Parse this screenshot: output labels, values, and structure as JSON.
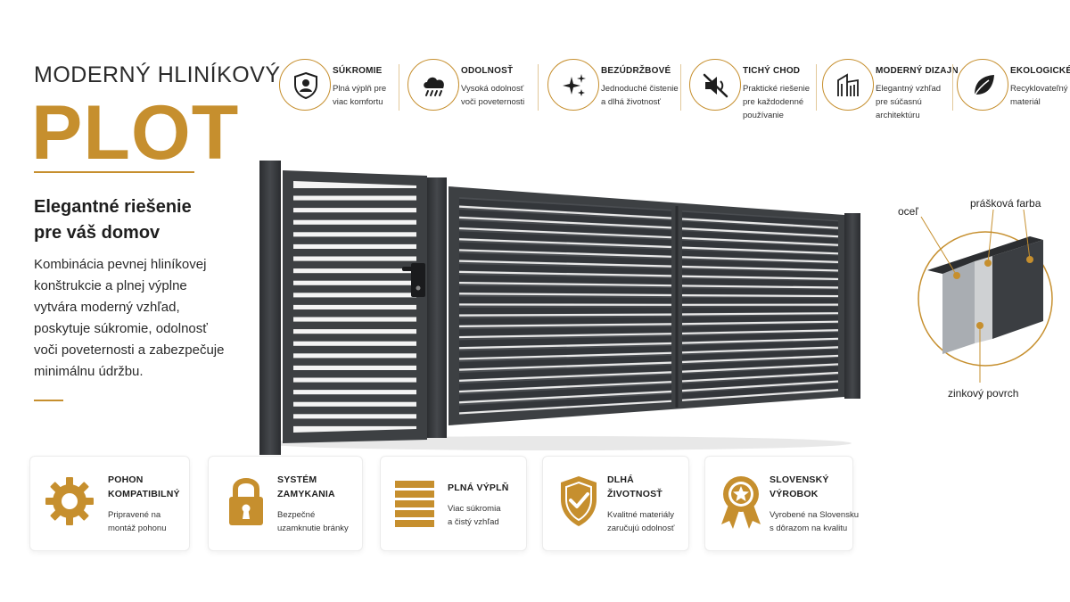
{
  "hero": {
    "subtitle": "MODERNÝ HLINÍKOVÝ",
    "title": "PLOT",
    "heading_lines": [
      "Elegantné riešenie",
      "pre váš domov"
    ],
    "body_lines": [
      "Kombinácia pevnej hliníkovej",
      "konštrukcie a plnej výplne",
      "vytvára moderný vzhľad,",
      "poskytuje súkromie, odolnosť",
      "voči poveternosti a zabezpečuje",
      "minimálnu údržbu."
    ]
  },
  "features": [
    {
      "icon": "shield-user-icon",
      "title": "SÚKROMIE",
      "desc": [
        "Plná výplň pre",
        "viac komfortu"
      ]
    },
    {
      "icon": "rain-cloud-icon",
      "title": "ODOLNOSŤ",
      "desc": [
        "Vysoká odolnosť",
        "voči poveternosti"
      ]
    },
    {
      "icon": "sparkles-icon",
      "title": "BEZÚDRŽBOVÉ",
      "desc": [
        "Jednoduché čistenie",
        "a dlhá životnosť"
      ]
    },
    {
      "icon": "speaker-mute-icon",
      "title": "TICHÝ CHOD",
      "desc": [
        "Praktické riešenie",
        "pre každodenné",
        "používanie"
      ]
    },
    {
      "icon": "architecture-icon",
      "title": "MODERNÝ DIZAJN",
      "desc": [
        "Elegantný vzhľad",
        "pre súčasnú",
        "architektúru"
      ]
    },
    {
      "icon": "leaf-icon",
      "title": "EKOLOGICKÉ",
      "desc": [
        "Recyklovateľný",
        "materiál"
      ]
    }
  ],
  "material": {
    "steel": "oceľ",
    "powder": "prášková farba",
    "zinc": "zinkový povrch"
  },
  "cards": [
    {
      "icon": "gear-icon",
      "title": [
        "POHON",
        "KOMPATIBILNÝ"
      ],
      "desc": [
        "Pripravené na",
        "montáž pohonu"
      ]
    },
    {
      "icon": "padlock-icon",
      "title": [
        "SYSTÉM",
        "ZAMYKANIA"
      ],
      "desc": [
        "Bezpečné",
        "uzamknutie bránky"
      ]
    },
    {
      "icon": "slats-icon",
      "title": [
        "PLNÁ VÝPLŇ"
      ],
      "desc": [
        "Viac súkromia",
        "a čistý vzhľad"
      ]
    },
    {
      "icon": "shield-check-icon",
      "title": [
        "DLHÁ",
        "ŽIVOTNOSŤ"
      ],
      "desc": [
        "Kvalitné materiály",
        "zaručujú odolnosť"
      ]
    },
    {
      "icon": "award-ribbon-icon",
      "title": [
        "SLOVENSKÝ",
        "VÝROBOK"
      ],
      "desc": [
        "Vyrobené na Slovensku",
        "s dôrazom na kvalitu"
      ]
    }
  ],
  "colors": {
    "accent": "#c68f2e",
    "gate": "#3d4043",
    "text": "#1e1e1e"
  }
}
